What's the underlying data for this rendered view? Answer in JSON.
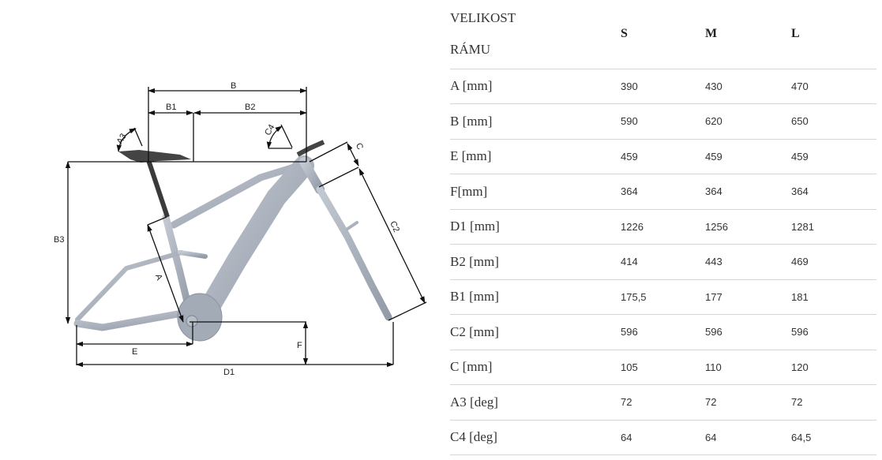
{
  "diagram": {
    "labels": {
      "B": "B",
      "B1": "B1",
      "B2": "B2",
      "A3": "A3",
      "C4": "C4",
      "C": "C",
      "C2": "C2",
      "B3": "B3",
      "A": "A",
      "E": "E",
      "F": "F",
      "D1": "D1"
    },
    "frame_color": "#a7afbb",
    "dimension_line_color": "#111111"
  },
  "table": {
    "header": {
      "label_line1": "VELIKOST",
      "label_line2": "RÁMU",
      "sizes": [
        "S",
        "M",
        "L"
      ]
    },
    "rows": [
      {
        "label": "A [mm]",
        "s": "390",
        "m": "430",
        "l": "470"
      },
      {
        "label": "B [mm]",
        "s": "590",
        "m": "620",
        "l": "650"
      },
      {
        "label": "E [mm]",
        "s": "459",
        "m": "459",
        "l": "459"
      },
      {
        "label": "F[mm]",
        "s": "364",
        "m": "364",
        "l": "364"
      },
      {
        "label": "D1 [mm]",
        "s": "1226",
        "m": "1256",
        "l": "1281"
      },
      {
        "label": "B2 [mm]",
        "s": "414",
        "m": "443",
        "l": "469"
      },
      {
        "label": "B1 [mm]",
        "s": "175,5",
        "m": "177",
        "l": "181"
      },
      {
        "label": "C2 [mm]",
        "s": "596",
        "m": "596",
        "l": "596"
      },
      {
        "label": "C [mm]",
        "s": "105",
        "m": "110",
        "l": "120"
      },
      {
        "label": "A3 [deg]",
        "s": "72",
        "m": "72",
        "l": "72"
      },
      {
        "label": "C4 [deg]",
        "s": "64",
        "m": "64",
        "l": "64,5"
      }
    ]
  }
}
